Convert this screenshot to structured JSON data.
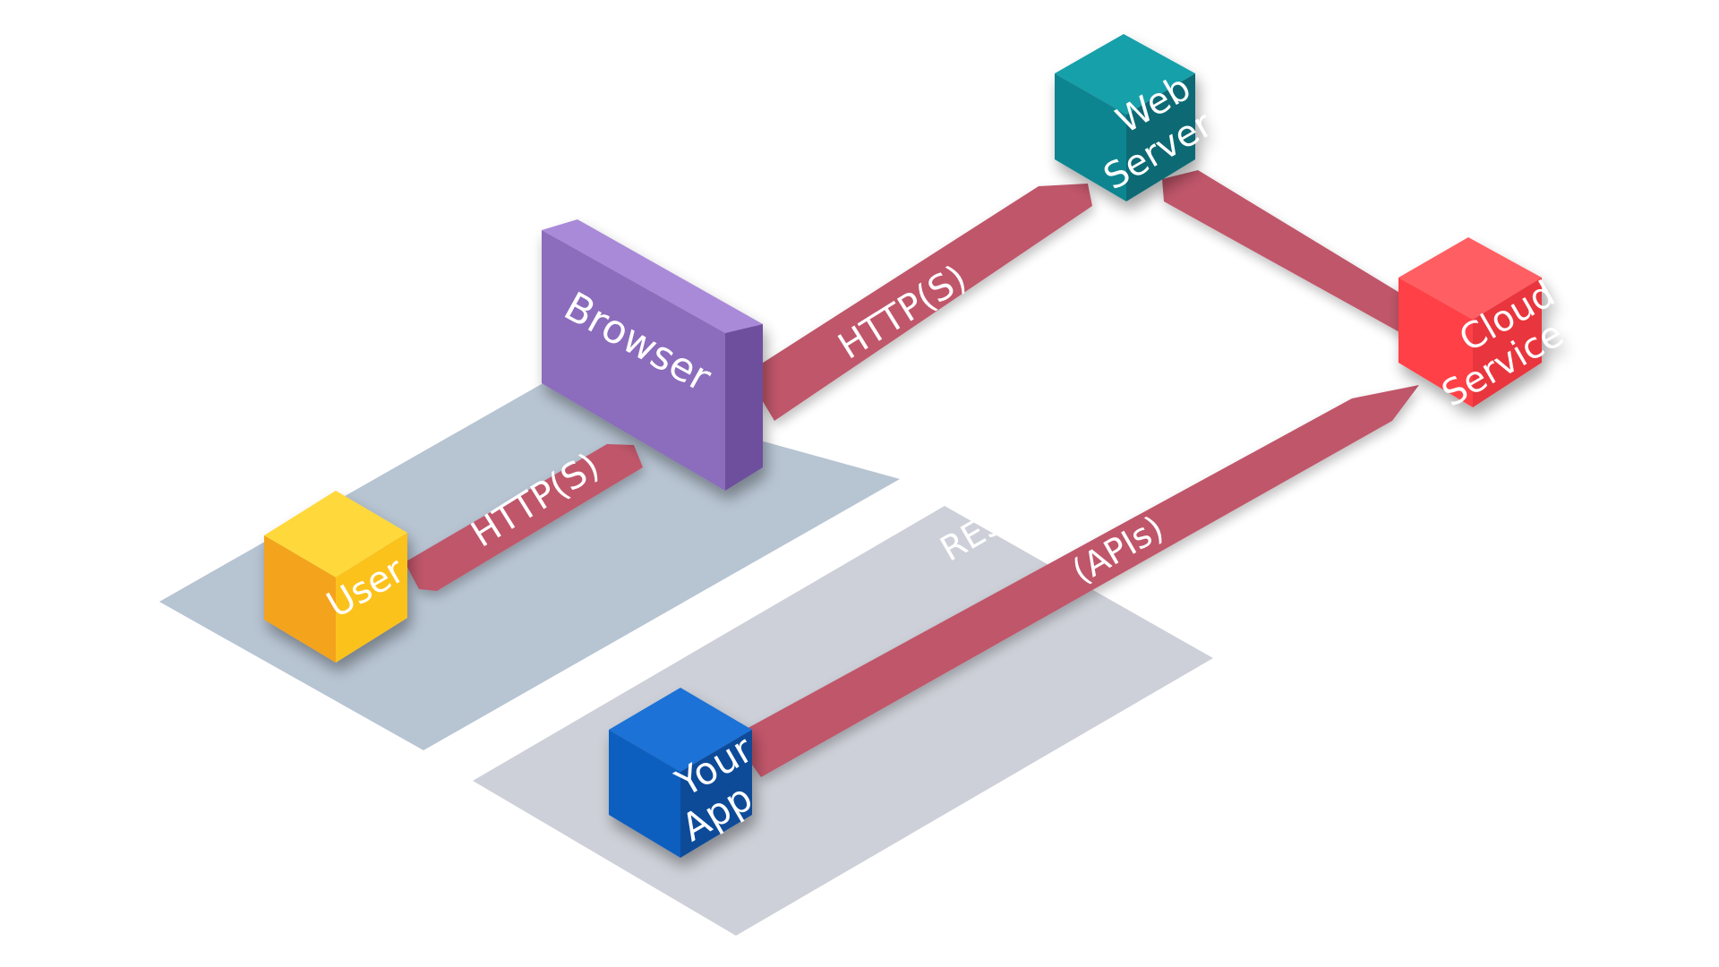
{
  "labels": {
    "browser": "Browser",
    "user": "User",
    "web_server_1": "Web",
    "web_server_2": "Server",
    "cloud_service_1": "Cloud",
    "cloud_service_2": "Service",
    "your_app_1": "Your",
    "your_app_2": "App",
    "arrow_user_browser": "HTTP(S)",
    "arrow_browser_web": "HTTP(S)",
    "arrow_app_cloud_1": "RESTful or SOAP",
    "arrow_app_cloud_2": "(APIs)"
  },
  "colors": {
    "arrow": "#c0566b",
    "platform_client": "#b7c4d2",
    "platform_app": "#cdd0d8",
    "user_front": "#f4a31f",
    "user_right": "#fcc21d",
    "user_top": "#ffd93a",
    "browser_front": "#8c6cbc",
    "browser_side": "#6e4f9e",
    "browser_top": "#a98ad8",
    "web_front": "#0f8590",
    "web_right": "#0a6b74",
    "web_top": "#16a0aa",
    "cloud_front": "#ff3f46",
    "cloud_right": "#e9343c",
    "cloud_top": "#ff5e62",
    "app_front": "#0e5fbf",
    "app_right": "#0a4b99",
    "app_top": "#1a72d6"
  }
}
